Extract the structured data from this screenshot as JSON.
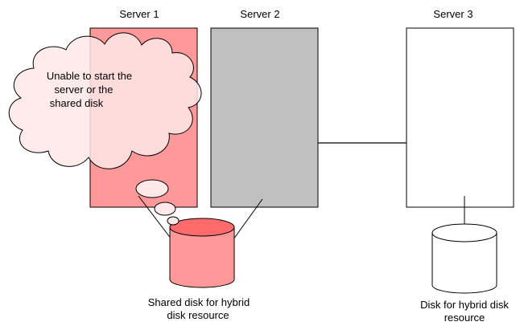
{
  "servers": [
    {
      "label": "Server 1",
      "state": "failed"
    },
    {
      "label": "Server 2",
      "state": "inactive"
    },
    {
      "label": "Server 3",
      "state": "active"
    }
  ],
  "callout": {
    "line1": "Unable to start the",
    "line2": "server or the",
    "line3": "shared disk"
  },
  "disks": {
    "shared": {
      "line1": "Shared disk for hybrid",
      "line2": "disk resource"
    },
    "hybrid": {
      "line1": "Disk for hybrid disk",
      "line2": "resource"
    }
  },
  "colors": {
    "failed_fill": "#ff9999",
    "inactive_fill": "#c0c0c0",
    "active_fill": "#ffffff",
    "callout_fill": "#ffe8e8",
    "disk_top_fill": "#ff6b6b",
    "stroke": "#000000"
  }
}
